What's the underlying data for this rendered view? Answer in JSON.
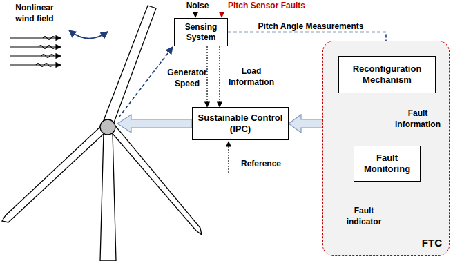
{
  "diagram": {
    "nodes": [
      {
        "text": [
          "Sensing System"
        ]
      },
      {
        "text": [
          "Sustainable Control (IPC)"
        ]
      },
      {
        "text": [
          "FTC"
        ]
      },
      {
        "text": [
          "Reconfiguration Mechanism"
        ],
        "in": 2
      },
      {
        "text": [
          "Fault Monitoring"
        ],
        "in": 2
      }
    ],
    "edges": [
      {
        "from": 0,
        "to": 1,
        "arrow": "to",
        "label": "Generator Speed"
      },
      {
        "from": 0,
        "to": 1,
        "arrow": "to",
        "label": "Load Information"
      },
      {
        "from": 0,
        "to": 2,
        "arrow": "to",
        "label": "Pitch Angle Measurements"
      },
      {
        "from": 2,
        "to": 1,
        "arrow": "to"
      },
      {
        "from": 4,
        "to": 3,
        "arrow": "to",
        "label": "Fault information"
      }
    ],
    "labels": [
      "Nonlinear wind field",
      "Noise",
      "Pitch Sensor Faults",
      "Reference",
      "Fault indicator"
    ]
  }
}
